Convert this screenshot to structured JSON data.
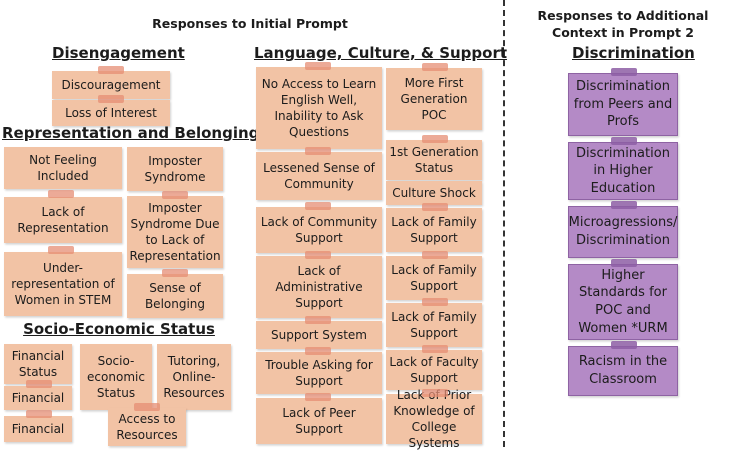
{
  "left_title": "Responses to Initial Prompt",
  "right_title": "Responses to Additional Context in Prompt 2",
  "sections": {
    "disengagement": {
      "heading": "Disengagement",
      "notes": [
        "Discouragement",
        "Loss of Interest"
      ]
    },
    "representation": {
      "heading": "Representation and Belonging",
      "notes": [
        "Not Feeling Included",
        "Lack of Representation",
        "Under-representation of Women in STEM",
        "Imposter Syndrome",
        "Imposter Syndrome Due to Lack of Representation",
        "Sense of Belonging"
      ]
    },
    "socioeconomic": {
      "heading": "Socio-Economic Status",
      "notes": [
        "Financial Status",
        "Financial",
        "Financial",
        "Socio-economic Status",
        "Tutoring, Online-Resources",
        "Access to Resources"
      ]
    },
    "language": {
      "heading": "Language, Culture, & Support",
      "col1": [
        "No Access to Learn English Well, Inability to Ask Questions",
        "Lessened Sense of Community",
        "Lack of Community Support",
        "Lack of Administrative Support",
        "Support System",
        "Trouble Asking for Support",
        "Lack of Peer Support"
      ],
      "col2": [
        "More First Generation POC",
        "1st Generation Status",
        "Culture Shock",
        "Lack of Family Support",
        "Lack of Family Support",
        "Lack of Family Support",
        "Lack of Faculty Support",
        "Lack of Prior Knowledge of College Systems"
      ]
    },
    "discrimination": {
      "heading": "Discrimination",
      "notes": [
        "Discrimination from Peers and Profs",
        "Discrimination in Higher Education",
        "Microagressions/ Discrimination",
        "Higher Standards for POC and Women *URM",
        "Racism in the Classroom"
      ]
    }
  }
}
